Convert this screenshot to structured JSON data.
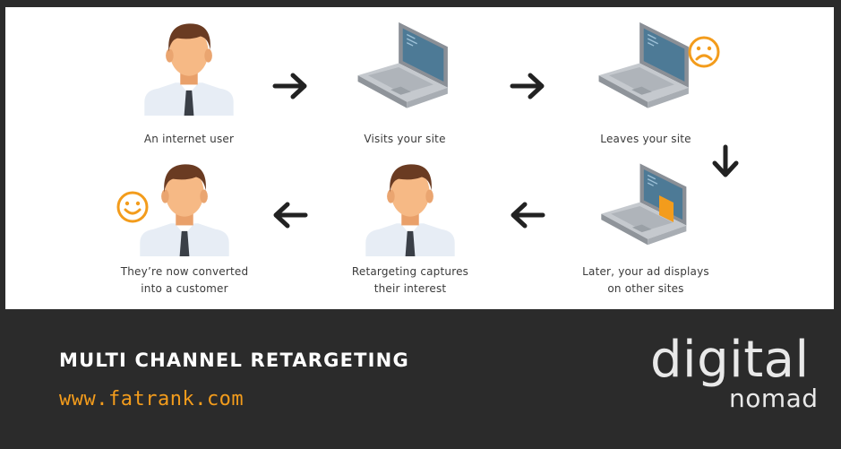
{
  "steps": [
    {
      "caption": "An internet user",
      "icon": "person-icon"
    },
    {
      "caption": "Visits your site",
      "icon": "laptop-icon"
    },
    {
      "caption": "Leaves your site",
      "icon": "laptop-icon"
    },
    {
      "caption": "Later, your ad displays\non other sites",
      "icon": "laptop-ad-icon"
    },
    {
      "caption": "Retargeting captures\ntheir interest",
      "icon": "person-icon"
    },
    {
      "caption": "They’re now converted\ninto a customer",
      "icon": "person-icon"
    }
  ],
  "footer": {
    "title": "MULTI CHANNEL RETARGETING",
    "url": "www.fatrank.com"
  },
  "logo": {
    "top": "digital",
    "bottom": "nomad"
  },
  "colors": {
    "background": "#2b2b2b",
    "panel": "#ffffff",
    "accent": "#f39c1c",
    "text": "#3a3a3a",
    "title": "#ffffff"
  }
}
